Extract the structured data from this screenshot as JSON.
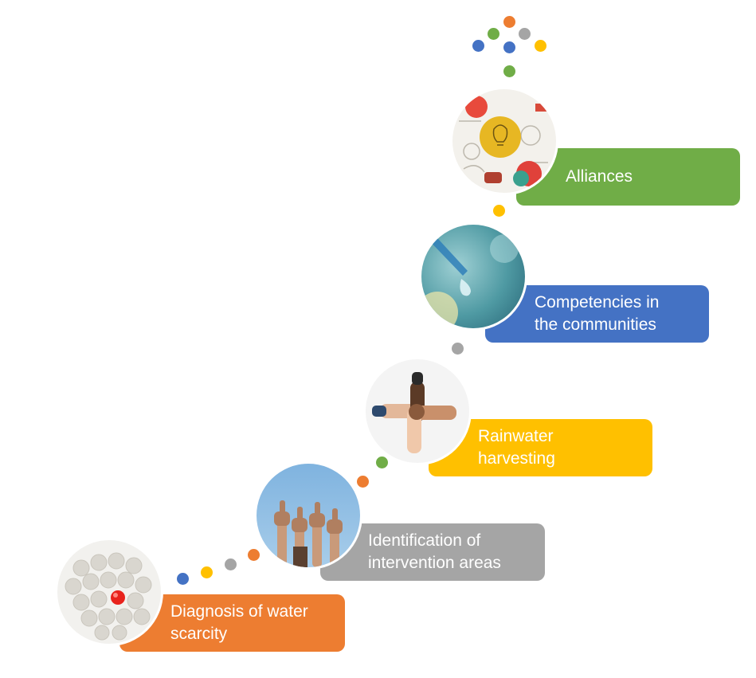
{
  "colors": {
    "orange": "#ED7D31",
    "gray": "#A5A5A5",
    "yellow": "#FFC000",
    "blue": "#4472C4",
    "green": "#70AD47"
  },
  "steps": [
    {
      "label": "Diagnosis of water\nscarcity",
      "color": "#ED7D31",
      "image": "spheres-with-red-ball-image"
    },
    {
      "label": "Identification of\nintervention areas",
      "color": "#A5A5A5",
      "image": "raised-thumbs-up-hands-image"
    },
    {
      "label": "Rainwater\nharvesting",
      "color": "#FFC000",
      "image": "interlocked-hands-image"
    },
    {
      "label": "Competencies in\nthe communities",
      "color": "#4472C4",
      "image": "water-drop-image"
    },
    {
      "label": "Alliances",
      "color": "#70AD47",
      "image": "idea-lightbulb-board-image"
    }
  ],
  "connector_dots": [
    {
      "color": "#4472C4"
    },
    {
      "color": "#FFC000"
    },
    {
      "color": "#A5A5A5"
    },
    {
      "color": "#ED7D31"
    },
    {
      "color": "#ED7D31"
    },
    {
      "color": "#70AD47"
    },
    {
      "color": "#A5A5A5"
    },
    {
      "color": "#FFC000"
    },
    {
      "color": "#70AD47"
    }
  ],
  "burst_dots": [
    {
      "color": "#ED7D31"
    },
    {
      "color": "#70AD47"
    },
    {
      "color": "#A5A5A5"
    },
    {
      "color": "#4472C4"
    },
    {
      "color": "#4472C4"
    },
    {
      "color": "#FFC000"
    }
  ]
}
